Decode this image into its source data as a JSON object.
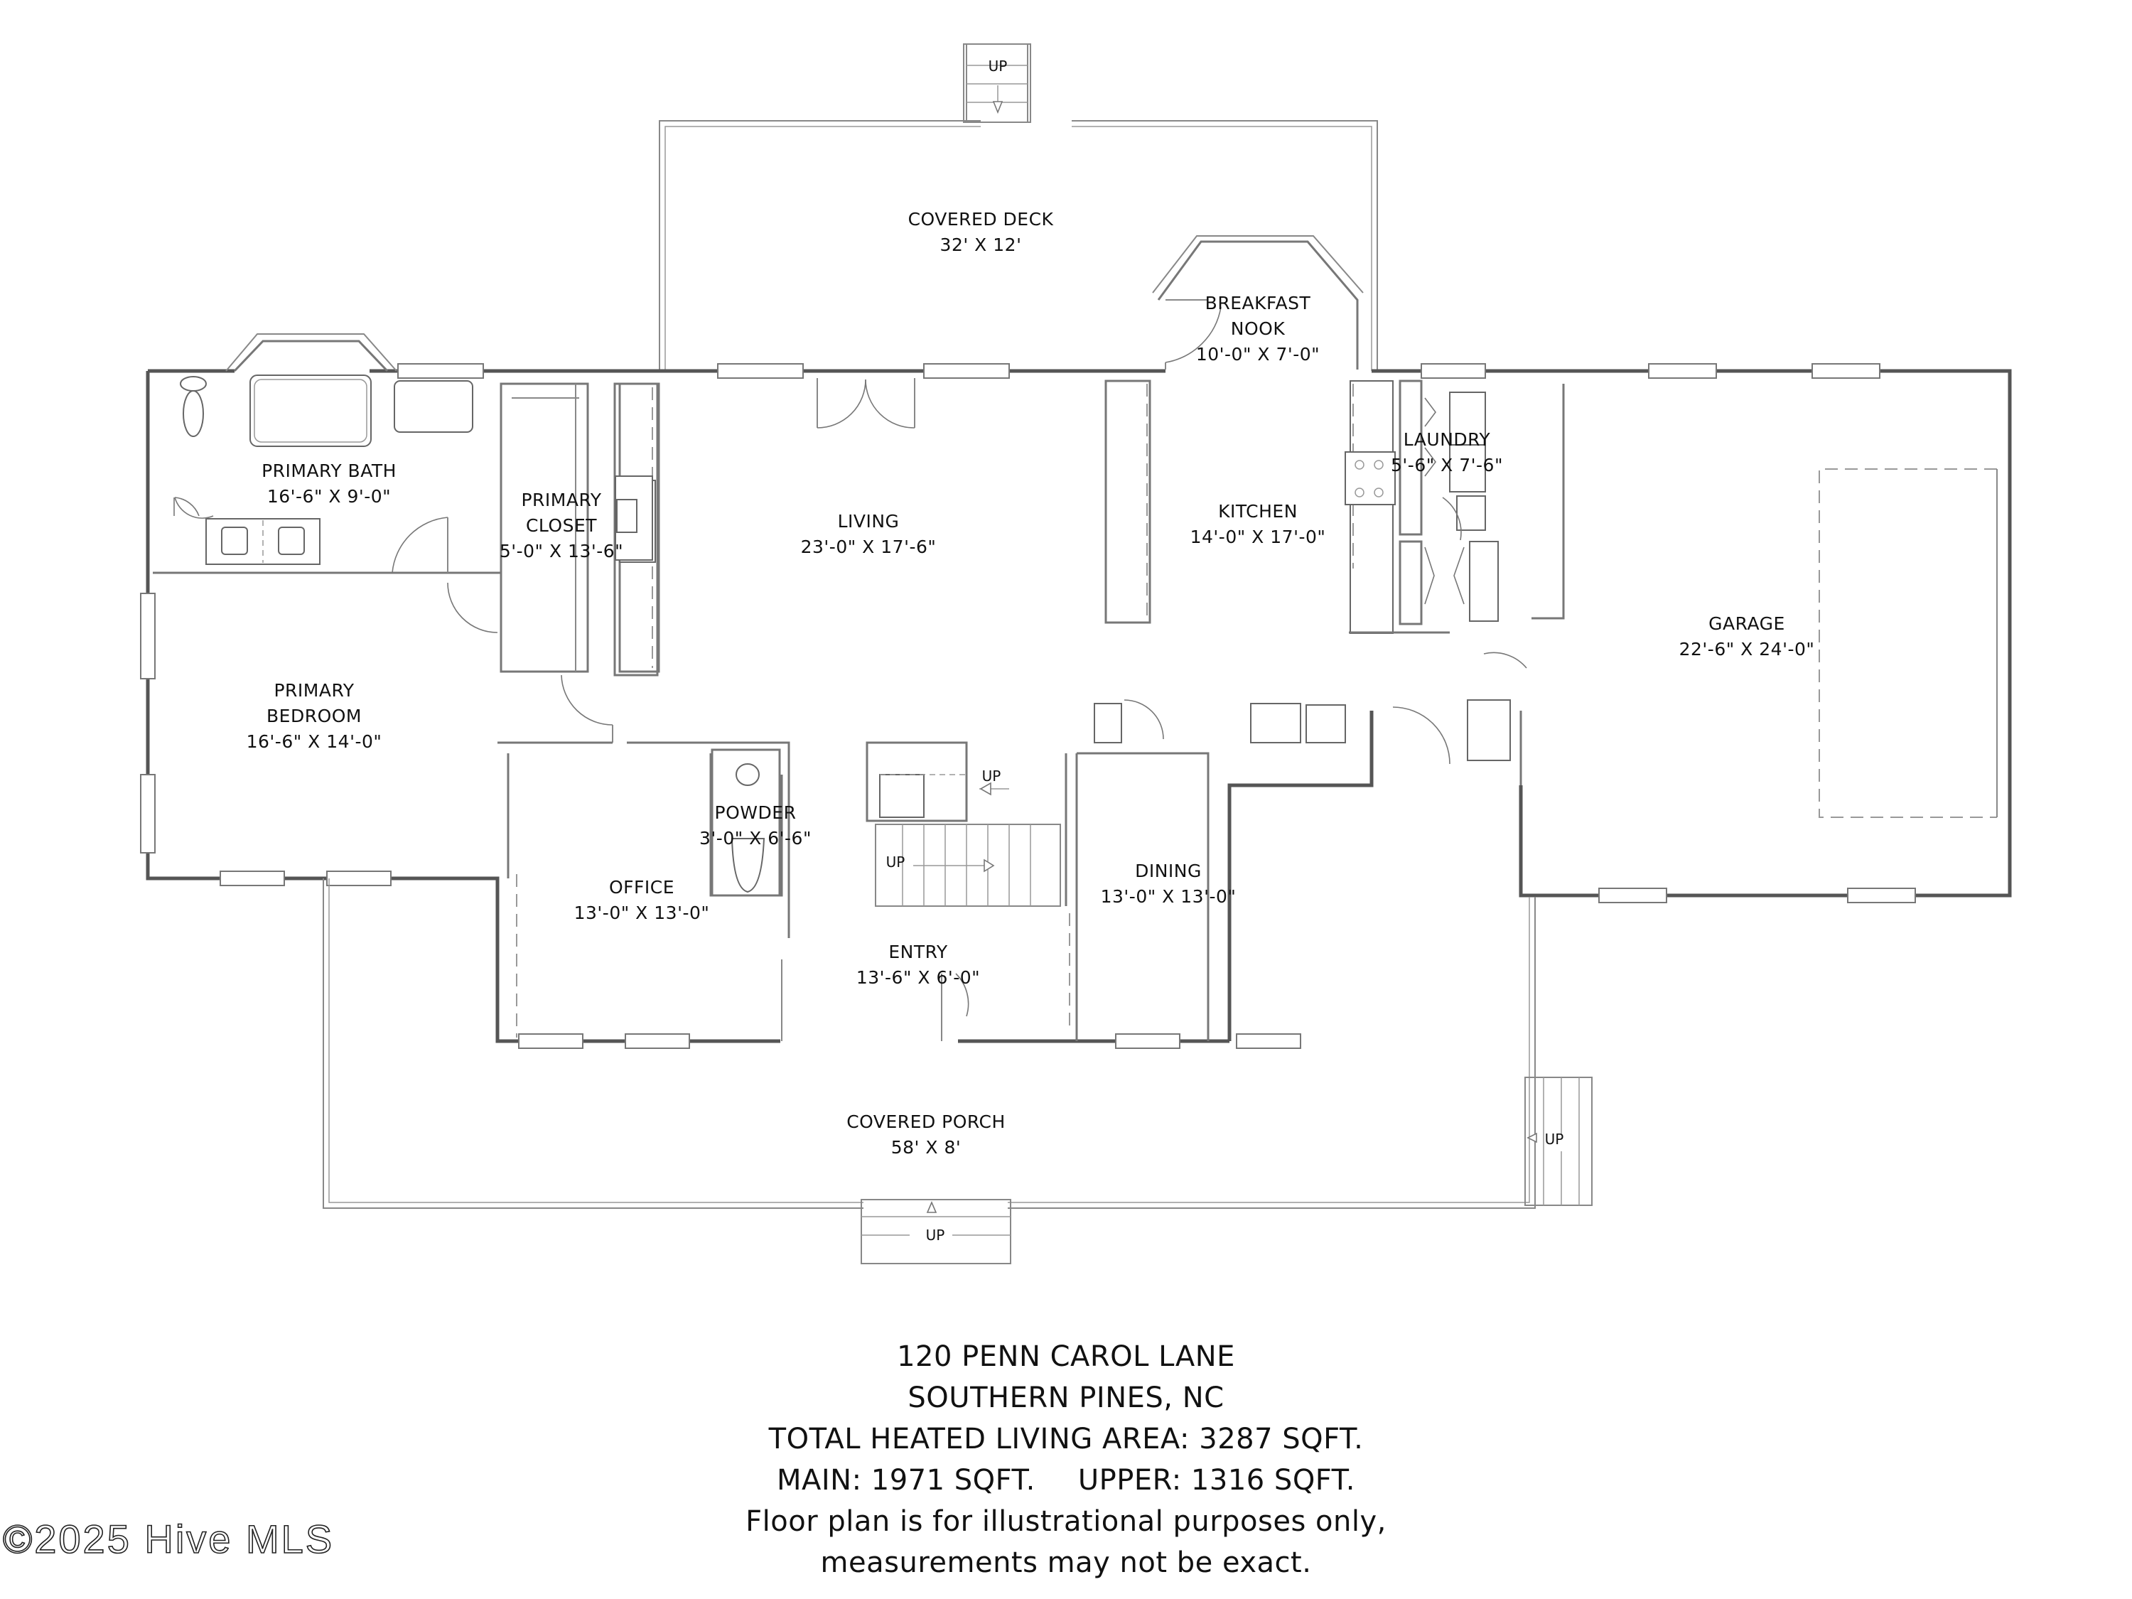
{
  "plan": {
    "rooms": {
      "covered_deck": {
        "name": "COVERED DECK",
        "dim": "32' X 12'"
      },
      "breakfast_nook": {
        "name": "BREAKFAST NOOK",
        "name_line1": "BREAKFAST",
        "name_line2": "NOOK",
        "dim": "10'-0\" X 7'-0\""
      },
      "primary_bath": {
        "name": "PRIMARY BATH",
        "dim": "16'-6\" X 9'-0\""
      },
      "primary_closet": {
        "name": "PRIMARY CLOSET",
        "name_line1": "PRIMARY",
        "name_line2": "CLOSET",
        "dim": "5'-0\" X 13'-6\""
      },
      "living": {
        "name": "LIVING",
        "dim": "23'-0\" X 17'-6\""
      },
      "kitchen": {
        "name": "KITCHEN",
        "dim": "14'-0\" X 17'-0\""
      },
      "laundry": {
        "name": "LAUNDRY",
        "dim": "5'-6\" X 7'-6\""
      },
      "garage": {
        "name": "GARAGE",
        "dim": "22'-6\" X 24'-0\""
      },
      "primary_bedroom": {
        "name": "PRIMARY BEDROOM",
        "name_line1": "PRIMARY",
        "name_line2": "BEDROOM",
        "dim": "16'-6\" X 14'-0\""
      },
      "powder": {
        "name": "POWDER",
        "dim": "3'-0\" X 6'-6\""
      },
      "office": {
        "name": "OFFICE",
        "dim": "13'-0\" X 13'-0\""
      },
      "dining": {
        "name": "DINING",
        "dim": "13'-0\" X 13'-0\""
      },
      "entry": {
        "name": "ENTRY",
        "dim": "13'-6\" X 6'-0\""
      },
      "covered_porch": {
        "name": "COVERED PORCH",
        "dim": "58' X 8'"
      }
    },
    "stairs": {
      "deck_steps": {
        "label": "UP"
      },
      "interior_upper": {
        "label": "UP"
      },
      "interior_lower": {
        "label": "UP"
      },
      "porch_front_steps": {
        "label": "UP"
      },
      "porch_side_steps": {
        "label": "UP"
      }
    }
  },
  "info": {
    "address_line1": "120 PENN CAROL LANE",
    "address_line2": "SOUTHERN PINES, NC",
    "total_area": "TOTAL HEATED LIVING AREA: 3287 SQFT.",
    "main_area": "MAIN: 1971 SQFT.",
    "upper_area": "UPPER: 1316 SQFT.",
    "disclaimer_line1": "Floor plan is for illustrational purposes only,",
    "disclaimer_line2": "measurements may not be exact."
  },
  "watermark": "©2025 Hive MLS"
}
